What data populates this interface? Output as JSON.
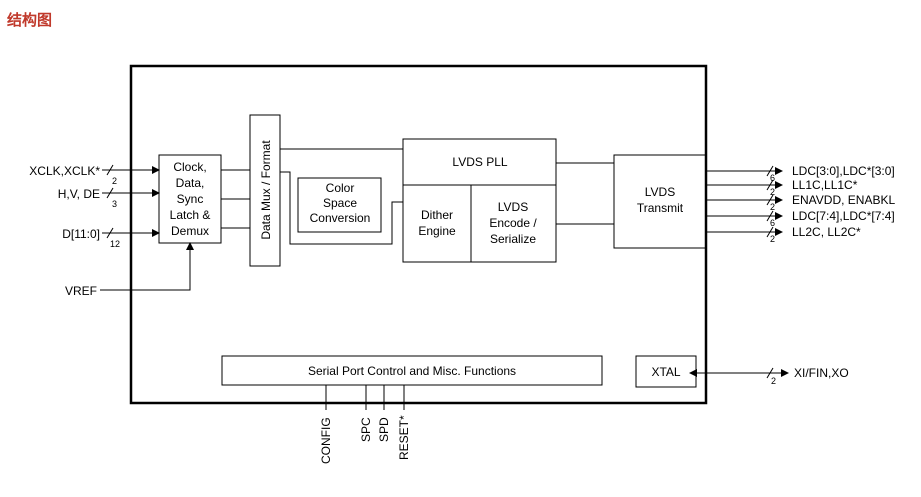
{
  "page": {
    "heading": "结构图"
  },
  "blocks": {
    "clock": [
      "Clock,",
      "Data,",
      "Sync",
      "Latch &",
      "Demux"
    ],
    "mux": "Data Mux / Format",
    "csc": [
      "Color",
      "Space",
      "Conversion"
    ],
    "pll": "LVDS PLL",
    "dither": [
      "Dither",
      "Engine"
    ],
    "encode": [
      "LVDS",
      "Encode /",
      "Serialize"
    ],
    "transmit": [
      "LVDS",
      "Transmit"
    ],
    "serial": "Serial Port Control and Misc. Functions",
    "xtal": "XTAL"
  },
  "inputs": [
    {
      "label": "XCLK,XCLK*",
      "width": "2"
    },
    {
      "label": "H,V, DE",
      "width": "3"
    },
    {
      "label": "D[11:0]",
      "width": "12"
    },
    {
      "label": "VREF",
      "width": ""
    }
  ],
  "outputs": [
    {
      "label": "LDC[3:0],LDC*[3:0]",
      "width": "6"
    },
    {
      "label": "LL1C,LL1C*",
      "width": "2"
    },
    {
      "label": "ENAVDD, ENABKL",
      "width": "2"
    },
    {
      "label": "LDC[7:4],LDC*[7:4]",
      "width": "6"
    },
    {
      "label": "LL2C, LL2C*",
      "width": "2"
    }
  ],
  "xtal_pin": {
    "label": "XI/FIN,XO",
    "width": "2"
  },
  "bottom_pins": [
    "CONFIG",
    "SPC",
    "SPD",
    "RESET*"
  ]
}
